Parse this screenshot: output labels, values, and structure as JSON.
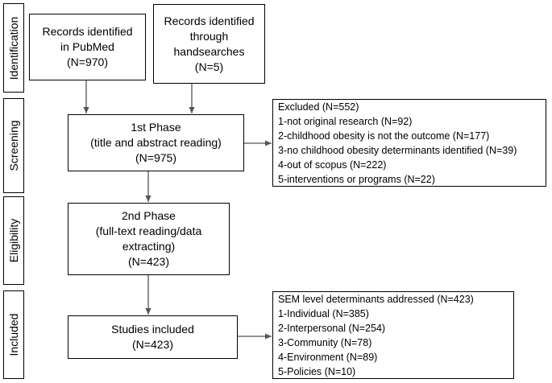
{
  "stages": {
    "identification": "Identification",
    "screening": "Screening",
    "eligibility": "Eligibility",
    "included": "Included"
  },
  "boxes": {
    "pubmed": {
      "line1": "Records identified",
      "line2": "in PubMed",
      "count": "(N=970)"
    },
    "handsearch": {
      "line1": "Records identified",
      "line2": "through",
      "line3": "handsearches",
      "count": "(N=5)"
    },
    "phase1": {
      "line1": "1st Phase",
      "line2": "(title and abstract reading)",
      "count": "(N=975)"
    },
    "phase2": {
      "line1": "2nd Phase",
      "line2": "(full-text reading/data",
      "line3": "extracting)",
      "count": "(N=423)"
    },
    "included": {
      "line1": "Studies included",
      "count": "(N=423)"
    }
  },
  "excluded": {
    "title": "Excluded (N=552)",
    "items": [
      "1-not original research (N=92)",
      "2-childhood obesity is not the outcome (N=177)",
      "3-no childhood obesity determinants identified (N=39)",
      "4-out of scopus (N=222)",
      "5-interventions or programs (N=22)"
    ]
  },
  "sem": {
    "title": "SEM level determinants addressed (N=423)",
    "items": [
      "1-Individual (N=385)",
      "2-Interpersonal (N=254)",
      "3-Community (N=78)",
      "4-Environment (N=89)",
      "5-Policies (N=10)"
    ]
  }
}
